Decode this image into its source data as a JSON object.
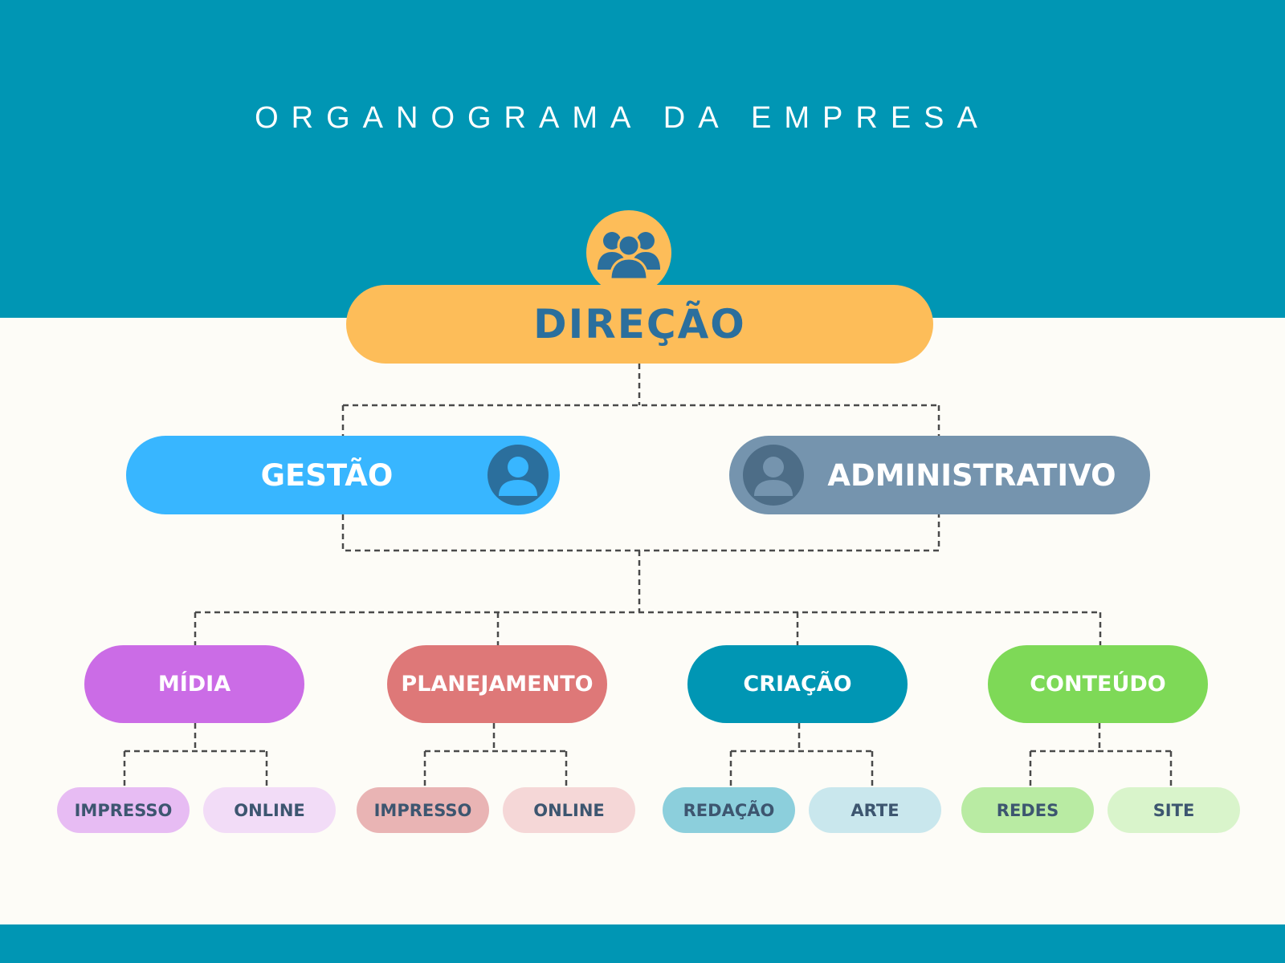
{
  "title": "ORGANOGRAMA DA EMPRESA",
  "colors": {
    "band": "#0096b4",
    "direcao": "#fdbd59",
    "gestao": "#38b6ff",
    "administrativo": "#7594ae",
    "midia": "#cb6ce6",
    "planejamento": "#de7878",
    "criacao": "#0096b4",
    "conteudo": "#7ed957",
    "connector": "#4a4a4a"
  },
  "icons": {
    "direcao": "people-group-icon",
    "gestao": "user-avatar-icon",
    "administrativo": "user-avatar-icon"
  },
  "level1": {
    "label": "DIREÇÃO"
  },
  "level2": [
    {
      "label": "GESTÃO"
    },
    {
      "label": "ADMINISTRATIVO"
    }
  ],
  "level3": [
    {
      "label": "MÍDIA",
      "children": [
        {
          "label": "IMPRESSO"
        },
        {
          "label": "ONLINE"
        }
      ]
    },
    {
      "label": "PLANEJAMENTO",
      "children": [
        {
          "label": "IMPRESSO"
        },
        {
          "label": "ONLINE"
        }
      ]
    },
    {
      "label": "CRIAÇÃO",
      "children": [
        {
          "label": "REDAÇÃO"
        },
        {
          "label": "ARTE"
        }
      ]
    },
    {
      "label": "CONTEÚDO",
      "children": [
        {
          "label": "REDES"
        },
        {
          "label": "SITE"
        }
      ]
    }
  ]
}
